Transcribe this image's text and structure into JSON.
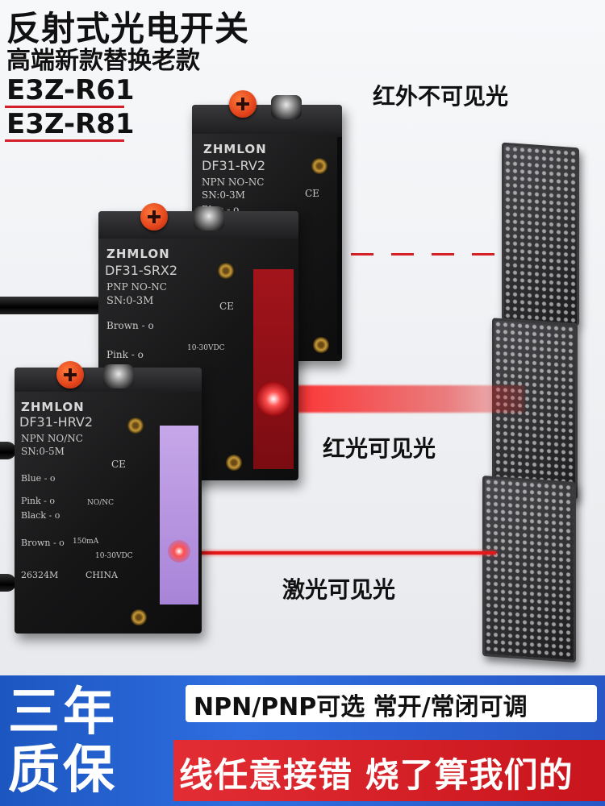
{
  "header": {
    "title": "反射式光电开关",
    "subtitle": "高端新款替换老款",
    "model_1": "E3Z-R61",
    "model_2": "E3Z-R81"
  },
  "captions": {
    "infrared": "红外不可见光",
    "red_light": "红光可见光",
    "laser": "激光可见光"
  },
  "sensors": {
    "back": {
      "brand": "ZHMLON",
      "model": "DF31-RV2",
      "spec1": "NPN  NO-NC",
      "spec2": "SN:0-3M",
      "wire": "Blue - o",
      "mark": "CE"
    },
    "middle": {
      "brand": "ZHMLON",
      "model": "DF31-SRX2",
      "spec1": "PNP  NO-NC",
      "spec2": "SN:0-3M",
      "wire1": "Brown - o",
      "wire2": "Pink  - o",
      "volt": "10-30VDC",
      "mark": "CE"
    },
    "front": {
      "brand": "ZHMLON",
      "model": "DF31-HRV2",
      "spec1": "NPN  NO/NC",
      "spec2": "SN:0-5M",
      "wire1": "Blue  - o",
      "wire2": "Pink  - o",
      "wire3": "Black - o",
      "wire4": "Brown - o",
      "nonc": "NO/NC",
      "current": "150mA",
      "volt": "10-30VDC",
      "serial": "26324M",
      "origin": "CHINA",
      "mark": "CE"
    }
  },
  "banner": {
    "warranty": "三年质保",
    "options": "NPN/PNP可选 常开/常闭可调",
    "guarantee": "线任意接错 烧了算我们的"
  },
  "colors": {
    "accent_red": "#d4202a",
    "banner_blue": "#2f6ee0",
    "screw_orange": "#e3441c"
  }
}
